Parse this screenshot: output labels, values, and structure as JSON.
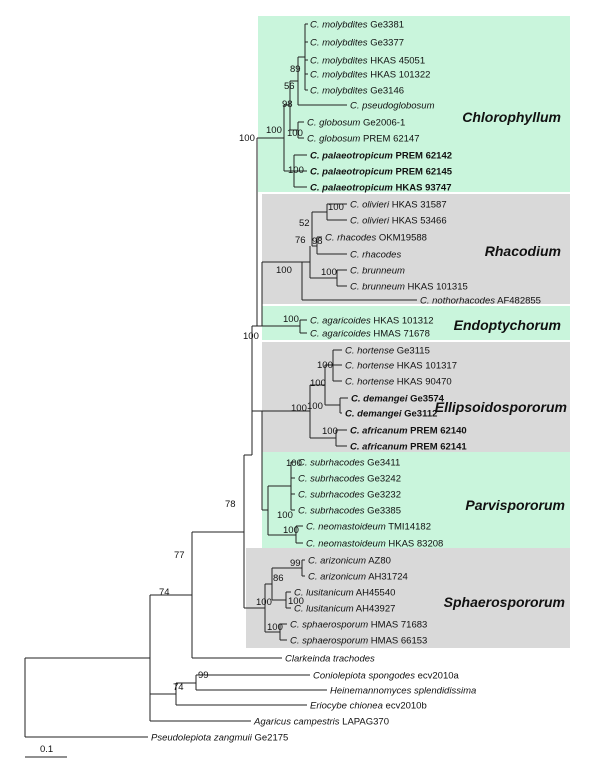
{
  "colors": {
    "green_box": "#c9f5dc",
    "grey_box": "#d9d9d9",
    "line": "#222222"
  },
  "sections": [
    {
      "name": "Chlorophyllum",
      "color": "green"
    },
    {
      "name": "Rhacodium",
      "color": "grey"
    },
    {
      "name": "Endoptychorum",
      "color": "green"
    },
    {
      "name": "Ellipsoidospororum",
      "color": "grey"
    },
    {
      "name": "Parvispororum",
      "color": "green"
    },
    {
      "name": "Sphaerospororum",
      "color": "grey"
    }
  ],
  "taxa": [
    {
      "sp": "C. molybdites",
      "code": "Ge3381",
      "bold": false
    },
    {
      "sp": "C. molybdites",
      "code": "Ge3377",
      "bold": false
    },
    {
      "sp": "C. molybdites",
      "code": "HKAS 45051",
      "bold": false
    },
    {
      "sp": "C. molybdites",
      "code": "HKAS 101322",
      "bold": false
    },
    {
      "sp": "C. molybdites",
      "code": "Ge3146",
      "bold": false
    },
    {
      "sp": "C. pseudoglobosum",
      "code": "",
      "bold": false
    },
    {
      "sp": "C. globosum",
      "code": "Ge2006-1",
      "bold": false
    },
    {
      "sp": "C. globosum",
      "code": "PREM 62147",
      "bold": false
    },
    {
      "sp": "C. palaeotropicum",
      "code": "PREM 62142",
      "bold": true
    },
    {
      "sp": "C. palaeotropicum",
      "code": "PREM 62145",
      "bold": true
    },
    {
      "sp": "C. palaeotropicum",
      "code": "HKAS 93747",
      "bold": true
    },
    {
      "sp": "C. olivieri",
      "code": "HKAS 31587",
      "bold": false
    },
    {
      "sp": "C. olivieri",
      "code": "HKAS 53466",
      "bold": false
    },
    {
      "sp": "C. rhacodes",
      "code": "OKM19588",
      "bold": false
    },
    {
      "sp": "C. rhacodes",
      "code": "",
      "bold": false
    },
    {
      "sp": "C. brunneum",
      "code": "",
      "bold": false
    },
    {
      "sp": "C. brunneum",
      "code": "HKAS 101315",
      "bold": false
    },
    {
      "sp": "C. nothorhacodes",
      "code": "AF482855",
      "bold": false
    },
    {
      "sp": "C. agaricoides",
      "code": "HKAS 101312",
      "bold": false
    },
    {
      "sp": "C. agaricoides",
      "code": "HMAS 71678",
      "bold": false
    },
    {
      "sp": "C. hortense",
      "code": "Ge3115",
      "bold": false
    },
    {
      "sp": "C. hortense",
      "code": "HKAS 101317",
      "bold": false
    },
    {
      "sp": "C. hortense",
      "code": "HKAS 90470",
      "bold": false
    },
    {
      "sp": "C. demangei",
      "code": "Ge3574",
      "bold": true
    },
    {
      "sp": "C. demangei",
      "code": "Ge3112",
      "bold": true
    },
    {
      "sp": "C. africanum",
      "code": "PREM 62140",
      "bold": true
    },
    {
      "sp": "C. africanum",
      "code": "PREM 62141",
      "bold": true
    },
    {
      "sp": "C. subrhacodes",
      "code": "Ge3411",
      "bold": false
    },
    {
      "sp": "C. subrhacodes",
      "code": "Ge3242",
      "bold": false
    },
    {
      "sp": "C. subrhacodes",
      "code": "Ge3232",
      "bold": false
    },
    {
      "sp": "C. subrhacodes",
      "code": "Ge3385",
      "bold": false
    },
    {
      "sp": "C. neomastoideum",
      "code": "TMI14182",
      "bold": false
    },
    {
      "sp": "C. neomastoideum",
      "code": "HKAS 83208",
      "bold": false
    },
    {
      "sp": "C. arizonicum",
      "code": "AZ80",
      "bold": false
    },
    {
      "sp": "C. arizonicum",
      "code": "AH31724",
      "bold": false
    },
    {
      "sp": "C. lusitanicum",
      "code": "AH45540",
      "bold": false
    },
    {
      "sp": "C. lusitanicum",
      "code": "AH43927",
      "bold": false
    },
    {
      "sp": "C. sphaerosporum",
      "code": "HMAS 71683",
      "bold": false
    },
    {
      "sp": "C. sphaerosporum",
      "code": "HMAS 66153",
      "bold": false
    },
    {
      "sp": "Clarkeinda trachodes",
      "code": "",
      "bold": false
    },
    {
      "sp": "Coniolepiota spongodes",
      "code": "ecv2010a",
      "bold": false
    },
    {
      "sp": "Heinemannomyces splendidissima",
      "code": "",
      "bold": false
    },
    {
      "sp": "Eriocybe chionea",
      "code": "ecv2010b",
      "bold": false
    },
    {
      "sp": "Agaricus campestris",
      "code": "LAPAG370",
      "bold": false
    },
    {
      "sp": "Pseudolepiota zangmuii",
      "code": "Ge2175",
      "bold": false
    }
  ],
  "support_values": [
    "89",
    "56",
    "98",
    "100",
    "100",
    "100",
    "100",
    "52",
    "76",
    "98",
    "100",
    "100",
    "100",
    "100",
    "100",
    "100",
    "100",
    "100",
    "100",
    "100",
    "100",
    "100",
    "99",
    "86",
    "100",
    "100",
    "100",
    "78",
    "100",
    "77",
    "99",
    "74",
    "74"
  ],
  "scale_bar": {
    "label": "0.1"
  }
}
